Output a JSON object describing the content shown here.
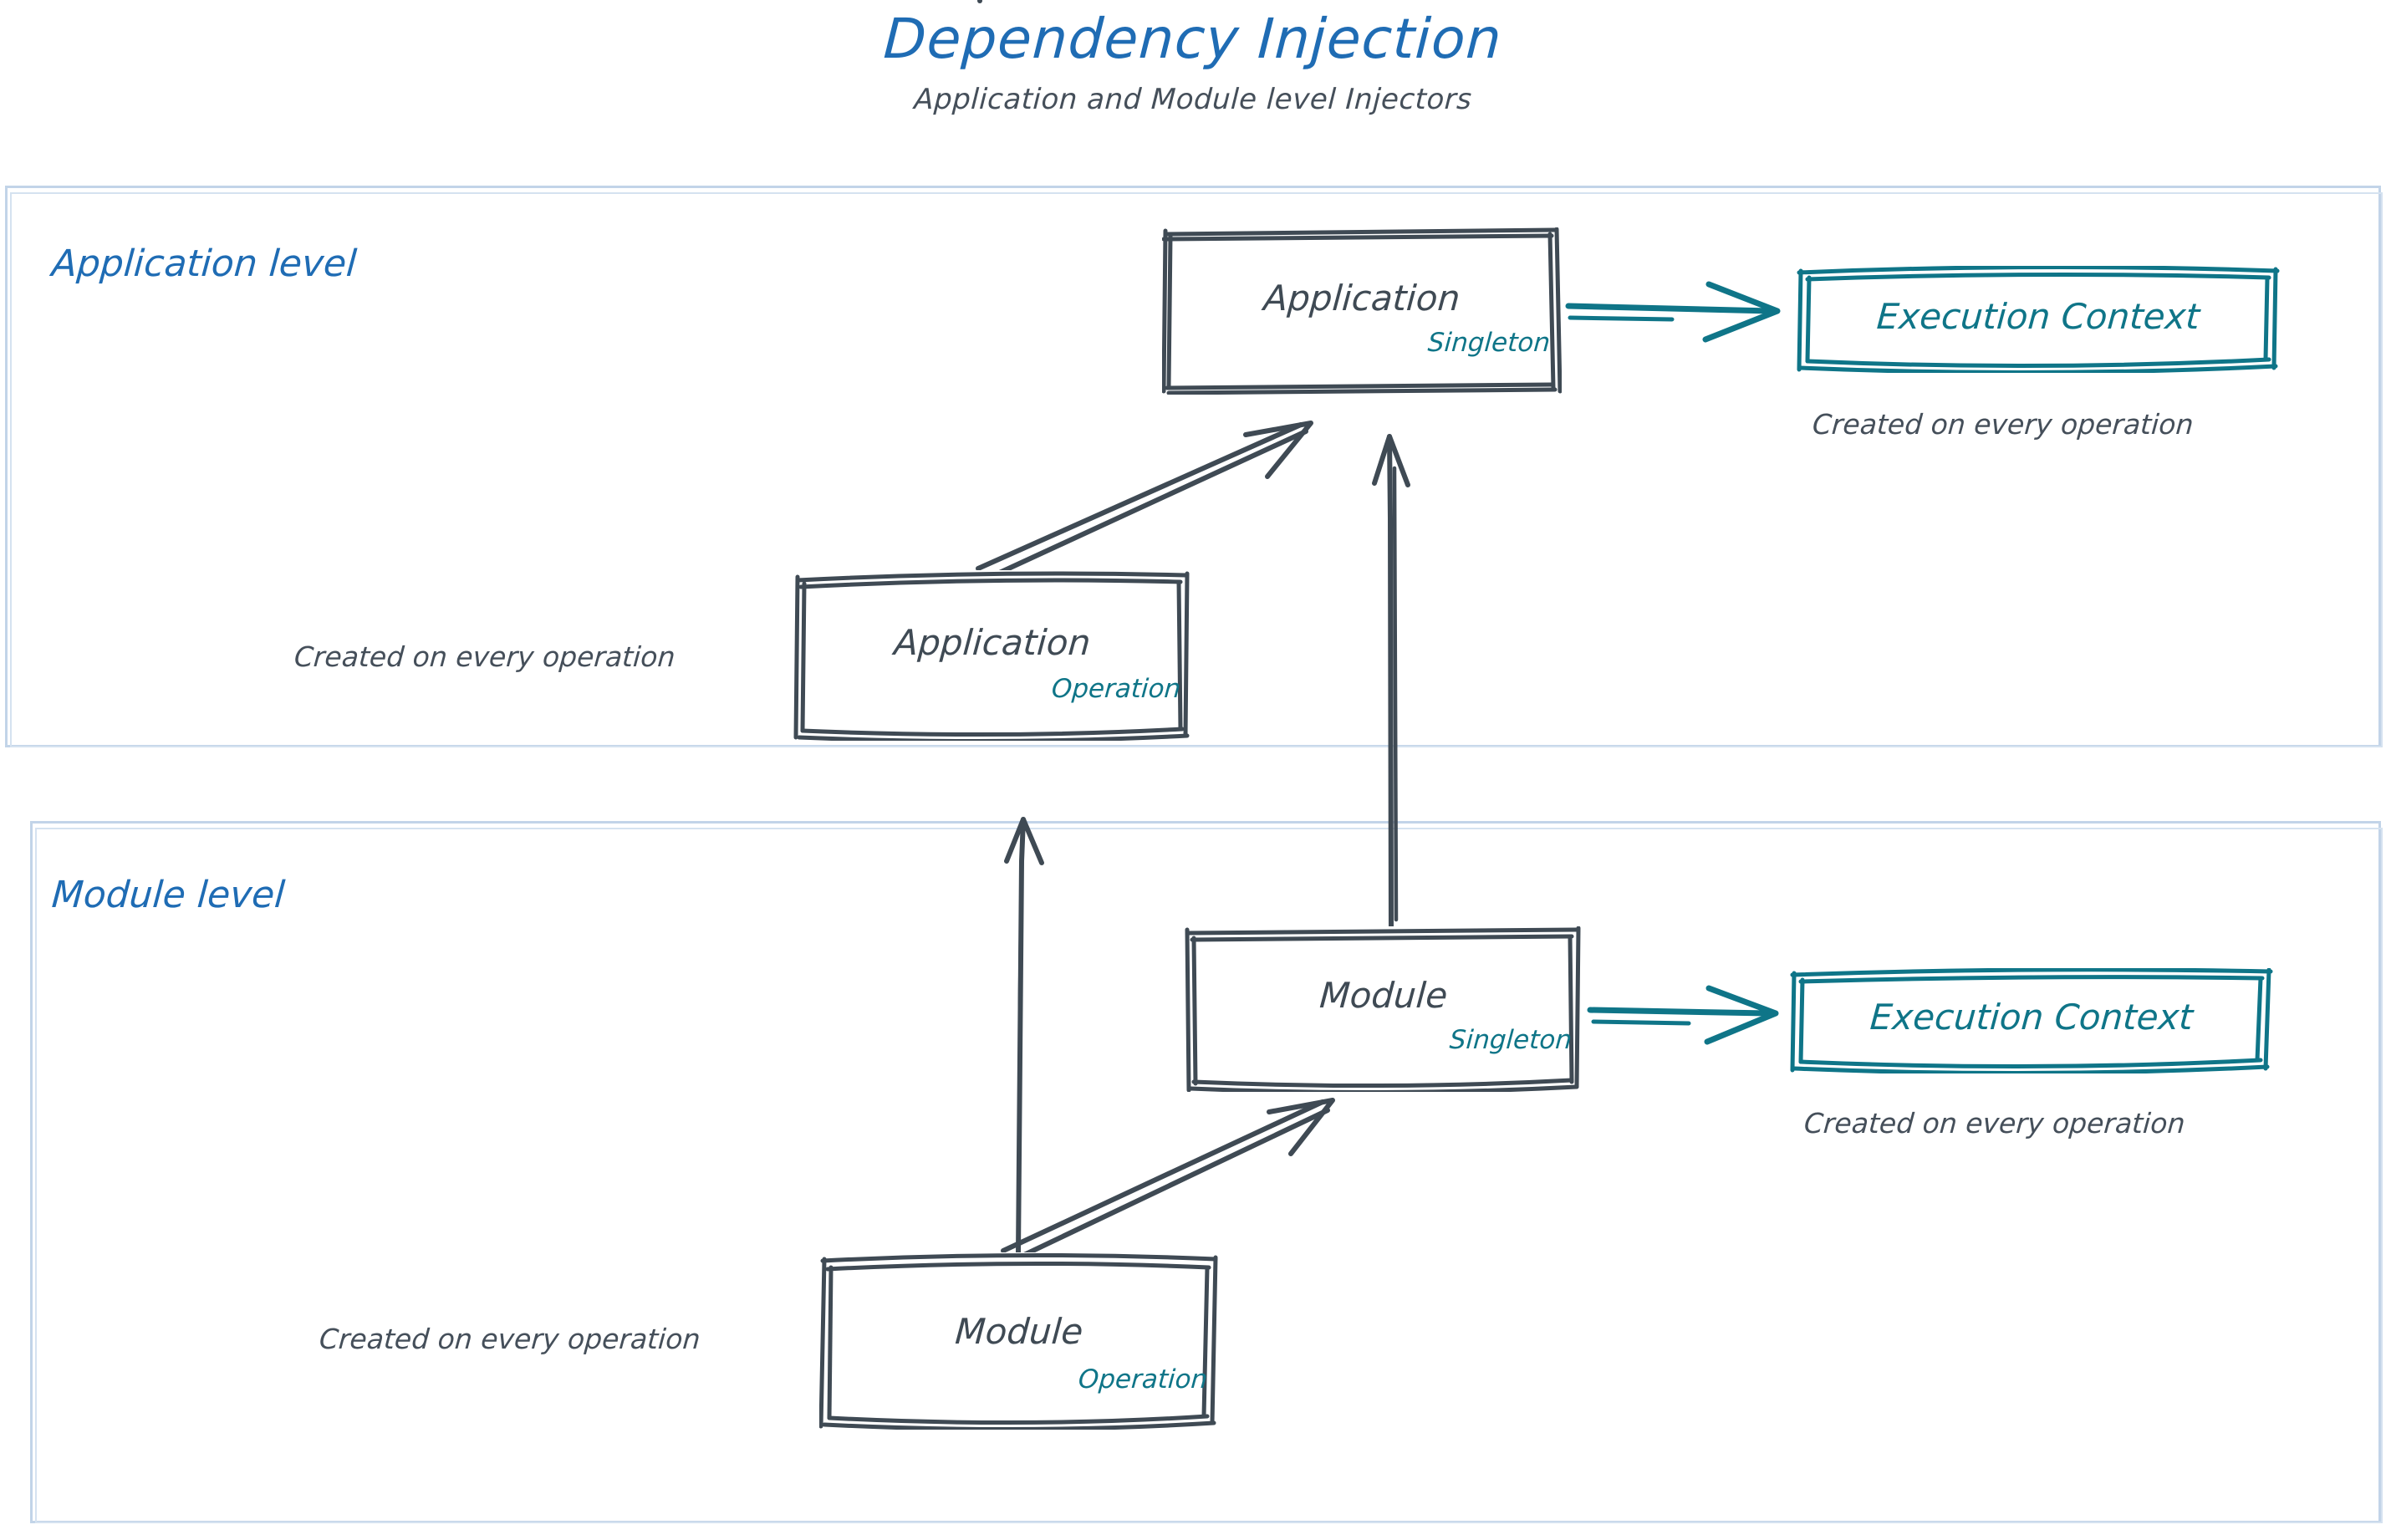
{
  "header": {
    "title": "Dependency Injection",
    "subtitle": "Application and Module level Injectors"
  },
  "levels": [
    {
      "id": "application",
      "label": "Application level"
    },
    {
      "id": "module",
      "label": "Module level"
    }
  ],
  "nodes": {
    "app_singleton": {
      "title": "Application",
      "scope": "Singleton"
    },
    "app_operation": {
      "title": "Application",
      "scope": "Operation"
    },
    "module_singleton": {
      "title": "Module",
      "scope": "Singleton"
    },
    "module_operation": {
      "title": "Module",
      "scope": "Operation"
    }
  },
  "execution_contexts": {
    "application": {
      "label": "Execution Context",
      "caption": "Created on every operation"
    },
    "module": {
      "label": "Execution Context",
      "caption": "Created on every operation"
    }
  },
  "captions": {
    "app_operation": "Created on every operation",
    "module_operation": "Created on every operation"
  },
  "colors": {
    "title_blue": "#1f6cb4",
    "level_label_blue": "#1f6cb4",
    "container_border": "#c2d4e8",
    "box_border": "#3f4a54",
    "text_dark": "#454f5a",
    "scope_teal": "#0f7588",
    "exec_context_teal": "#0f7588"
  },
  "connections": [
    {
      "from": "app_operation",
      "to": "app_singleton",
      "style": "sketch-arrow",
      "color": "#3f4a54"
    },
    {
      "from": "module_singleton",
      "to": "app_singleton",
      "style": "sketch-arrow",
      "color": "#3f4a54"
    },
    {
      "from": "module_operation",
      "to": "app_operation",
      "style": "sketch-arrow",
      "color": "#3f4a54"
    },
    {
      "from": "module_operation",
      "to": "module_singleton",
      "style": "sketch-arrow",
      "color": "#3f4a54"
    },
    {
      "from": "app_singleton",
      "to": "app_execution_context",
      "style": "sketch-arrow",
      "color": "#0f7588"
    },
    {
      "from": "module_singleton",
      "to": "module_execution_context",
      "style": "sketch-arrow",
      "color": "#0f7588"
    }
  ]
}
